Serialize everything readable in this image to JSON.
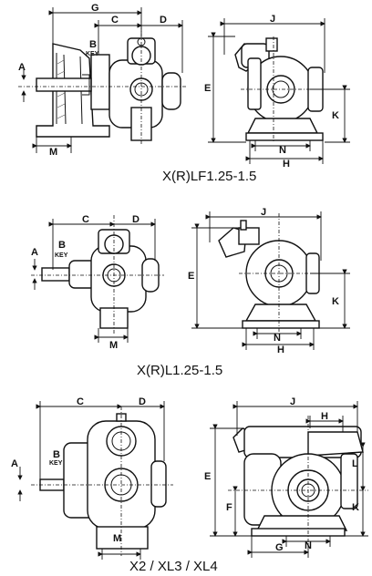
{
  "diagrams": [
    {
      "caption": "X(R)LF1.25-1.5",
      "side_labels": {
        "a": "A",
        "b": "B",
        "key": "KEY",
        "c": "C",
        "d": "D",
        "g": "G",
        "m": "M"
      },
      "front_labels": {
        "j": "J",
        "e": "E",
        "k": "K",
        "n": "N",
        "h": "H"
      }
    },
    {
      "caption": "X(R)L1.25-1.5",
      "side_labels": {
        "a": "A",
        "b": "B",
        "key": "KEY",
        "c": "C",
        "d": "D",
        "m": "M"
      },
      "front_labels": {
        "j": "J",
        "e": "E",
        "k": "K",
        "n": "N",
        "h": "H"
      }
    },
    {
      "caption": "X2 / XL3 / XL4",
      "side_labels": {
        "a": "A",
        "b": "B",
        "key": "KEY",
        "c": "C",
        "d": "D",
        "m": "M"
      },
      "front_labels": {
        "j": "J",
        "h": "H",
        "e": "E",
        "l": "L",
        "f": "F",
        "k": "K",
        "n": "N",
        "g": "G"
      }
    }
  ]
}
